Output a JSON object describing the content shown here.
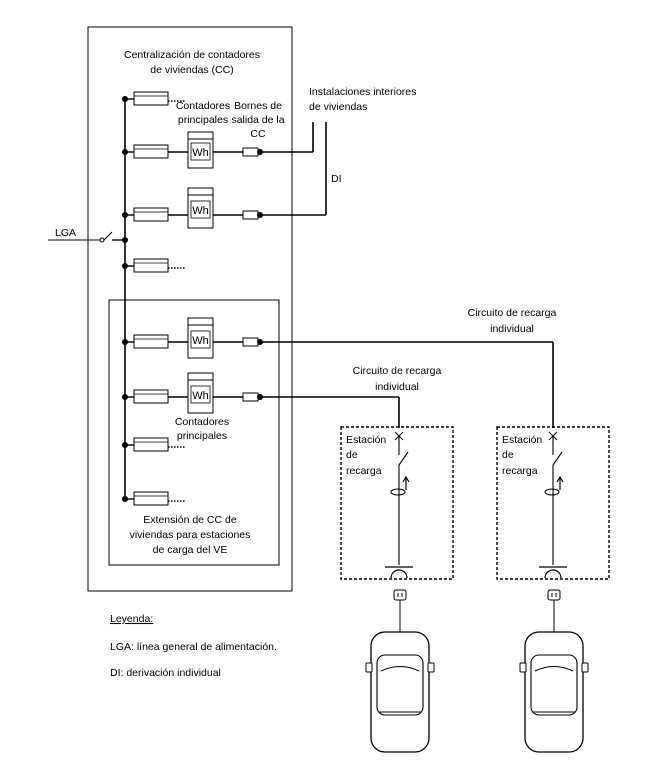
{
  "cc_box": {
    "title_line1": "Centralización de contadores",
    "title_line2": "de viviendas (CC)"
  },
  "labels": {
    "contadores_principales_top_1": "Contadores",
    "contadores_principales_top_2": "principales",
    "bornes_1": "Bornes de",
    "bornes_2": "salida de la",
    "bornes_3": "CC",
    "instalaciones_1": "Instalaciones interiores",
    "instalaciones_2": "de viviendas",
    "di": "DI",
    "lga": "LGA",
    "contadores_principales_bottom_1": "Contadores",
    "contadores_principales_bottom_2": "principales",
    "circuito_right_1": "Circuito de recarga",
    "circuito_right_2": "individual",
    "circuito_left_1": "Circuito de recarga",
    "circuito_left_2": "individual",
    "wh": "Wh"
  },
  "extension_box": {
    "line1": "Extensión de CC de",
    "line2": "viviendas para estaciones",
    "line3": "de carga del VE"
  },
  "stations": [
    {
      "line1": "Estación",
      "line2": "de",
      "line3": "recarga"
    },
    {
      "line1": "Estación",
      "line2": "de",
      "line3": "recarga"
    }
  ],
  "legend": {
    "title": "Leyenda:",
    "lga": "LGA: línea general de alimentación.",
    "di": "DI: derivación individual"
  }
}
